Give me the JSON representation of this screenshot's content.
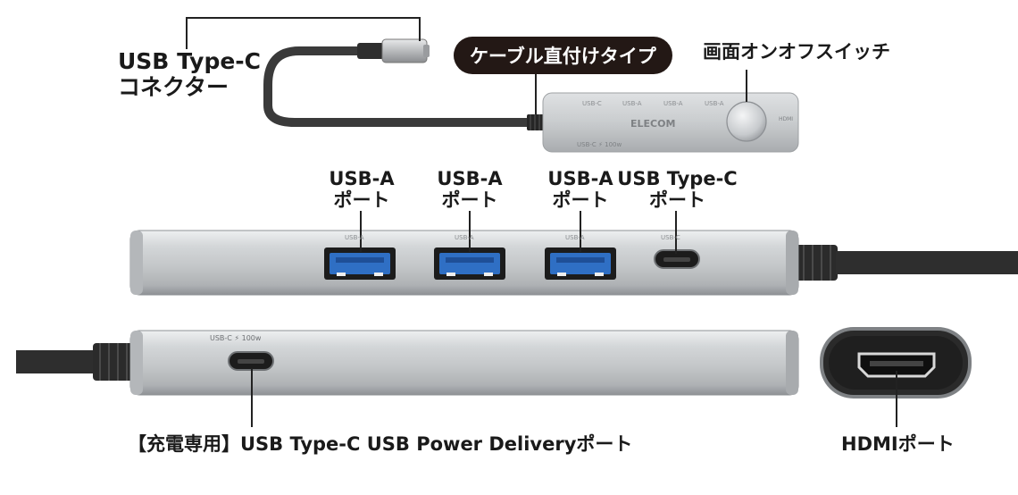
{
  "labels": {
    "connector_line1": "USB Type-C",
    "connector_line2": "コネクター",
    "cable_type": "ケーブル直付けタイプ",
    "switch": "画面オンオフスイッチ",
    "port1_line1": "USB-A",
    "port1_line2": "ポート",
    "port2_line1": "USB-A",
    "port2_line2": "ポート",
    "port3_line1": "USB-A",
    "port3_line2": "ポート",
    "port4_line1": "USB Type-C",
    "port4_line2": "ポート",
    "pd_port": "【充電専用】USB Type-C USB Power Deliveryポート",
    "hdmi_port": "HDMIポート"
  },
  "hub_printing": {
    "brand": "ELECOM",
    "usbc_pd_mark": "USB-C ⚡100w",
    "top_small_mark": "USB-C ⚡100w"
  },
  "colors": {
    "hub_body": "#c9cbcd",
    "cable": "#333333",
    "usb_a_insert": "#2f6fc4",
    "pill_bg": "#231815"
  }
}
